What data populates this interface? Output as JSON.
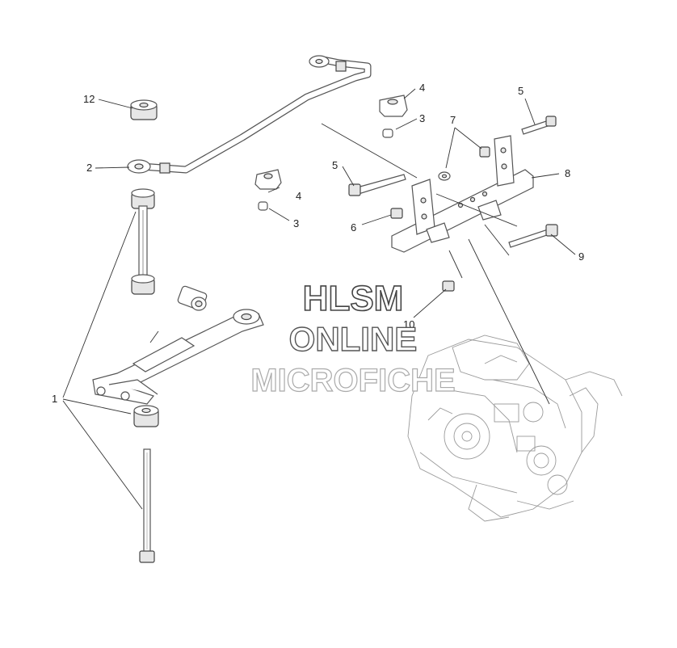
{
  "callouts": [
    {
      "id": "c12",
      "text": "12"
    },
    {
      "id": "c2",
      "text": "2"
    },
    {
      "id": "c1",
      "text": "1"
    },
    {
      "id": "c4a",
      "text": "4"
    },
    {
      "id": "c3a",
      "text": "3"
    },
    {
      "id": "c4b",
      "text": "4"
    },
    {
      "id": "c3b",
      "text": "3"
    },
    {
      "id": "c7",
      "text": "7"
    },
    {
      "id": "c5a",
      "text": "5"
    },
    {
      "id": "c5b",
      "text": "5"
    },
    {
      "id": "c8",
      "text": "8"
    },
    {
      "id": "c6",
      "text": "6"
    },
    {
      "id": "c9",
      "text": "9"
    },
    {
      "id": "c10",
      "text": "10"
    }
  ],
  "watermark": {
    "line1": "HLSM",
    "line2": "ONLINE",
    "line3": "MICROFICHE"
  }
}
